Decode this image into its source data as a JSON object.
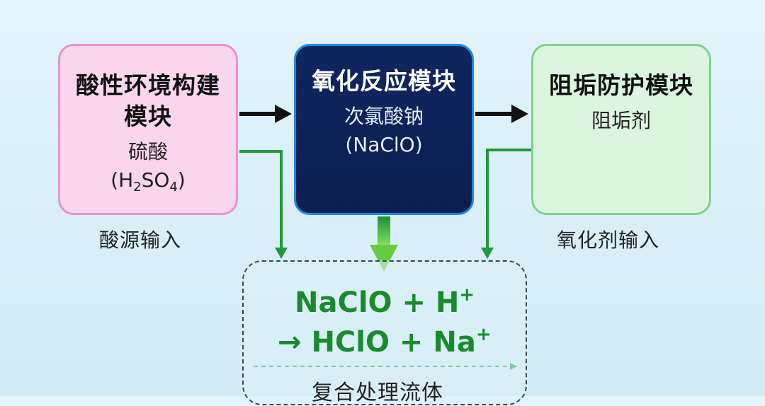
{
  "left_module": {
    "title": "酸性环境构建模块",
    "subtitle": "硫酸",
    "formula_open": "(H",
    "formula_sub1": "2",
    "formula_mid": "SO",
    "formula_sub2": "4",
    "formula_close": ")",
    "caption": "酸源输入"
  },
  "middle_module": {
    "title": "氧化反应模块",
    "subtitle": "次氯酸钠",
    "formula": "(NaClO)"
  },
  "right_module": {
    "title": "阻垢防护模块",
    "subtitle": "阻垢剂",
    "caption": "氧化剂输入"
  },
  "result": {
    "line1": "NaClO + H",
    "line1_sup": "+",
    "line2": "→ HClO + Na",
    "line2_sup": "+",
    "label": "复合处理流体"
  },
  "colors": {
    "accent_green": "#1a8a2e",
    "mid_box_fill": "#0b1f50",
    "left_box_fill": "#fad6ee",
    "right_box_fill": "#dcf5df"
  }
}
